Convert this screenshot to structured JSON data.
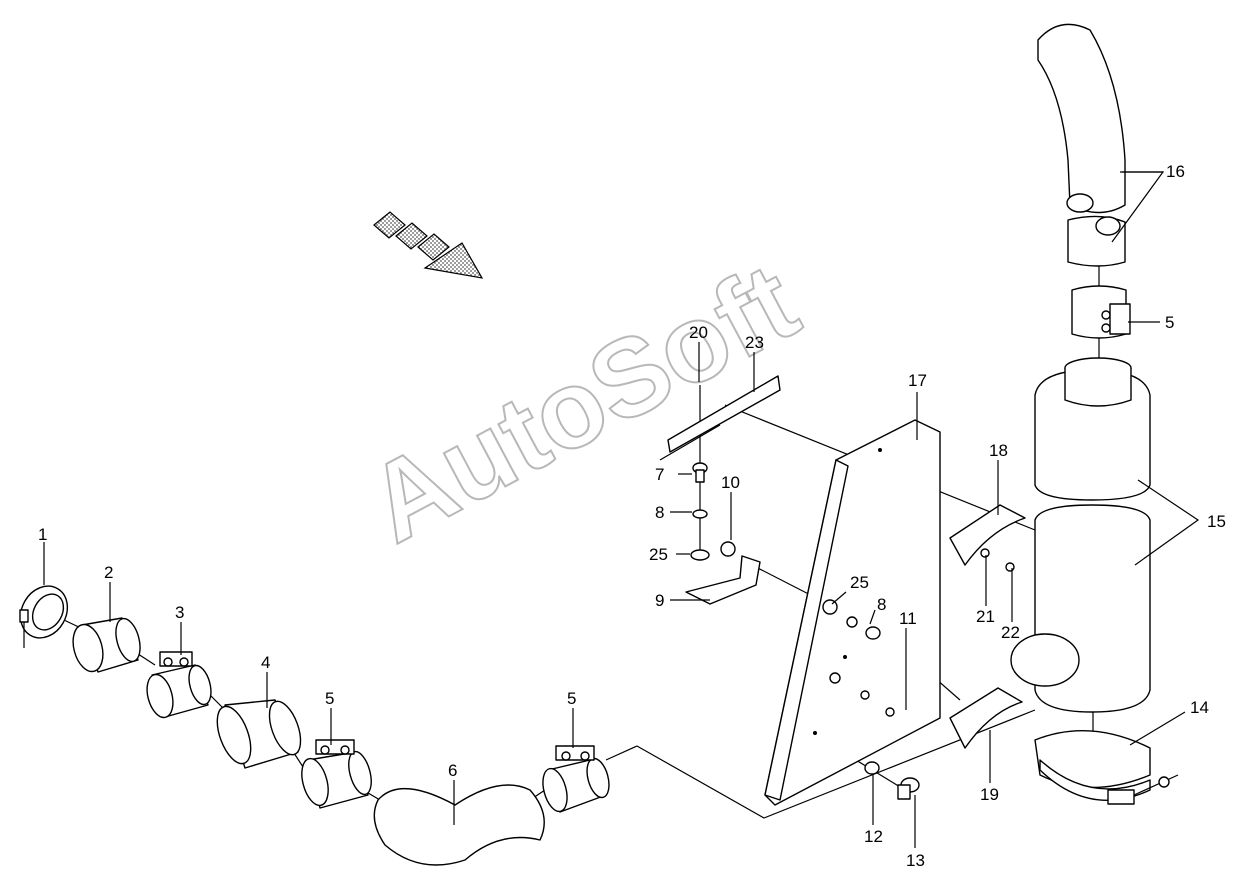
{
  "watermark": "AutoSoft",
  "callouts": [
    {
      "id": "c1",
      "text": "1"
    },
    {
      "id": "c2",
      "text": "2"
    },
    {
      "id": "c3",
      "text": "3"
    },
    {
      "id": "c4",
      "text": "4"
    },
    {
      "id": "c5a",
      "text": "5"
    },
    {
      "id": "c5b",
      "text": "5"
    },
    {
      "id": "c5c",
      "text": "5"
    },
    {
      "id": "c6",
      "text": "6"
    },
    {
      "id": "c7",
      "text": "7"
    },
    {
      "id": "c8a",
      "text": "8"
    },
    {
      "id": "c8b",
      "text": "8"
    },
    {
      "id": "c9",
      "text": "9"
    },
    {
      "id": "c10",
      "text": "10"
    },
    {
      "id": "c11",
      "text": "11"
    },
    {
      "id": "c12",
      "text": "12"
    },
    {
      "id": "c13",
      "text": "13"
    },
    {
      "id": "c14",
      "text": "14"
    },
    {
      "id": "c15",
      "text": "15"
    },
    {
      "id": "c16",
      "text": "16"
    },
    {
      "id": "c17",
      "text": "17"
    },
    {
      "id": "c18",
      "text": "18"
    },
    {
      "id": "c19",
      "text": "19"
    },
    {
      "id": "c20",
      "text": "20"
    },
    {
      "id": "c21",
      "text": "21"
    },
    {
      "id": "c22",
      "text": "22"
    },
    {
      "id": "c23",
      "text": "23"
    },
    {
      "id": "c25a",
      "text": "25"
    },
    {
      "id": "c25b",
      "text": "25"
    }
  ]
}
